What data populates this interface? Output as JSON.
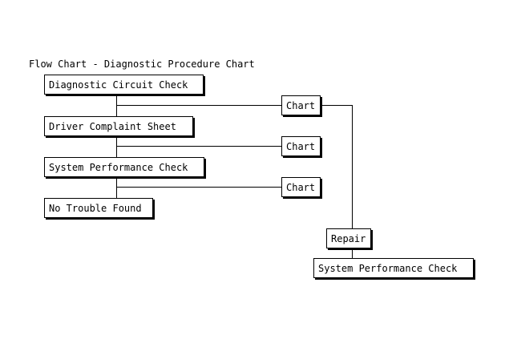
{
  "diagram": {
    "title": "Flow Chart - Diagnostic Procedure Chart",
    "nodes": {
      "diagnostic_circuit_check": "Diagnostic Circuit Check",
      "driver_complaint_sheet": "Driver Complaint Sheet",
      "system_performance_check_1": "System Performance Check",
      "no_trouble_found": "No Trouble Found",
      "chart_1": "Chart",
      "chart_2": "Chart",
      "chart_3": "Chart",
      "repair": "Repair",
      "system_performance_check_2": "System Performance Check"
    },
    "edges": [
      {
        "from": "diagnostic_circuit_check",
        "to": "driver_complaint_sheet"
      },
      {
        "from": "driver_complaint_sheet",
        "to": "system_performance_check_1"
      },
      {
        "from": "system_performance_check_1",
        "to": "no_trouble_found"
      },
      {
        "from": "diagnostic_circuit_check",
        "to": "chart_1"
      },
      {
        "from": "driver_complaint_sheet",
        "to": "chart_2"
      },
      {
        "from": "system_performance_check_1",
        "to": "chart_3"
      },
      {
        "from": "chart_1",
        "to": "repair"
      },
      {
        "from": "repair",
        "to": "system_performance_check_2"
      }
    ]
  }
}
